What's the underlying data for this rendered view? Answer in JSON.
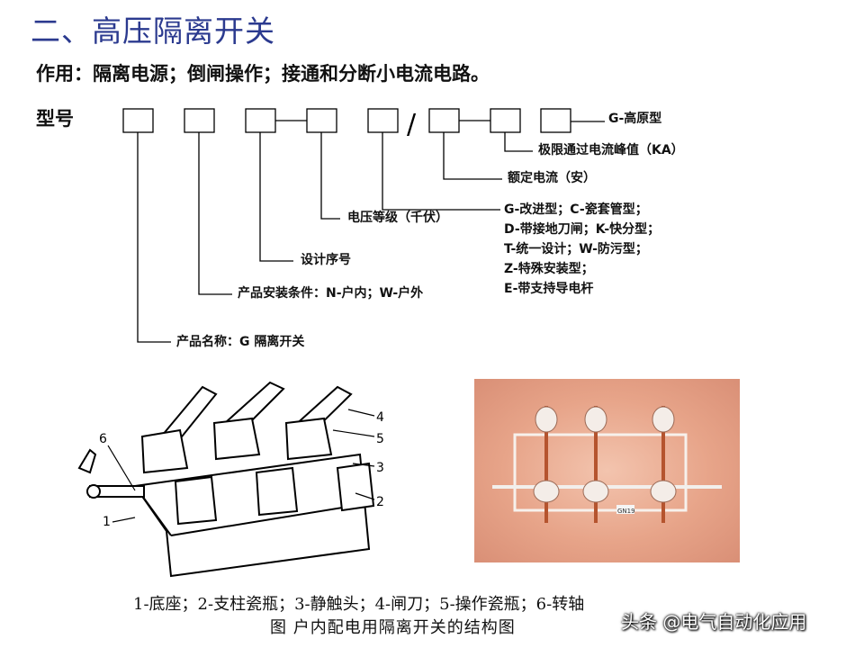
{
  "title": "二、高压隔离开关",
  "purpose": "作用：隔离电源；倒闸操作；接通和分断小电流电路。",
  "model_label": "型号",
  "model_notes": {
    "highland": "G-高原型",
    "peak_current": "极限通过电流峰值（KA）",
    "rated_current": "额定电流（安）",
    "voltage": "电压等级（千伏）",
    "design_no": "设计序号",
    "install": "产品安装条件：N-户内；W-户外",
    "product_name": "产品名称：G 隔离开关",
    "variants": [
      "G-改进型；C-瓷套管型；",
      "D-带接地刀闸；K-快分型；",
      "T-统一设计；W-防污型；",
      "Z-特殊安装型；",
      "E-带支持导电杆"
    ],
    "separator": "/"
  },
  "drawing_labels": [
    "1",
    "2",
    "3",
    "4",
    "5",
    "6"
  ],
  "caption_parts": "1-底座；2-支柱瓷瓶；3-静触头；4-闸刀；5-操作瓷瓶；6-转轴",
  "caption_title": "图    户内配电用隔离开关的结构图",
  "photo_plate": "GN19",
  "watermark": "头条 @电气自动化应用"
}
